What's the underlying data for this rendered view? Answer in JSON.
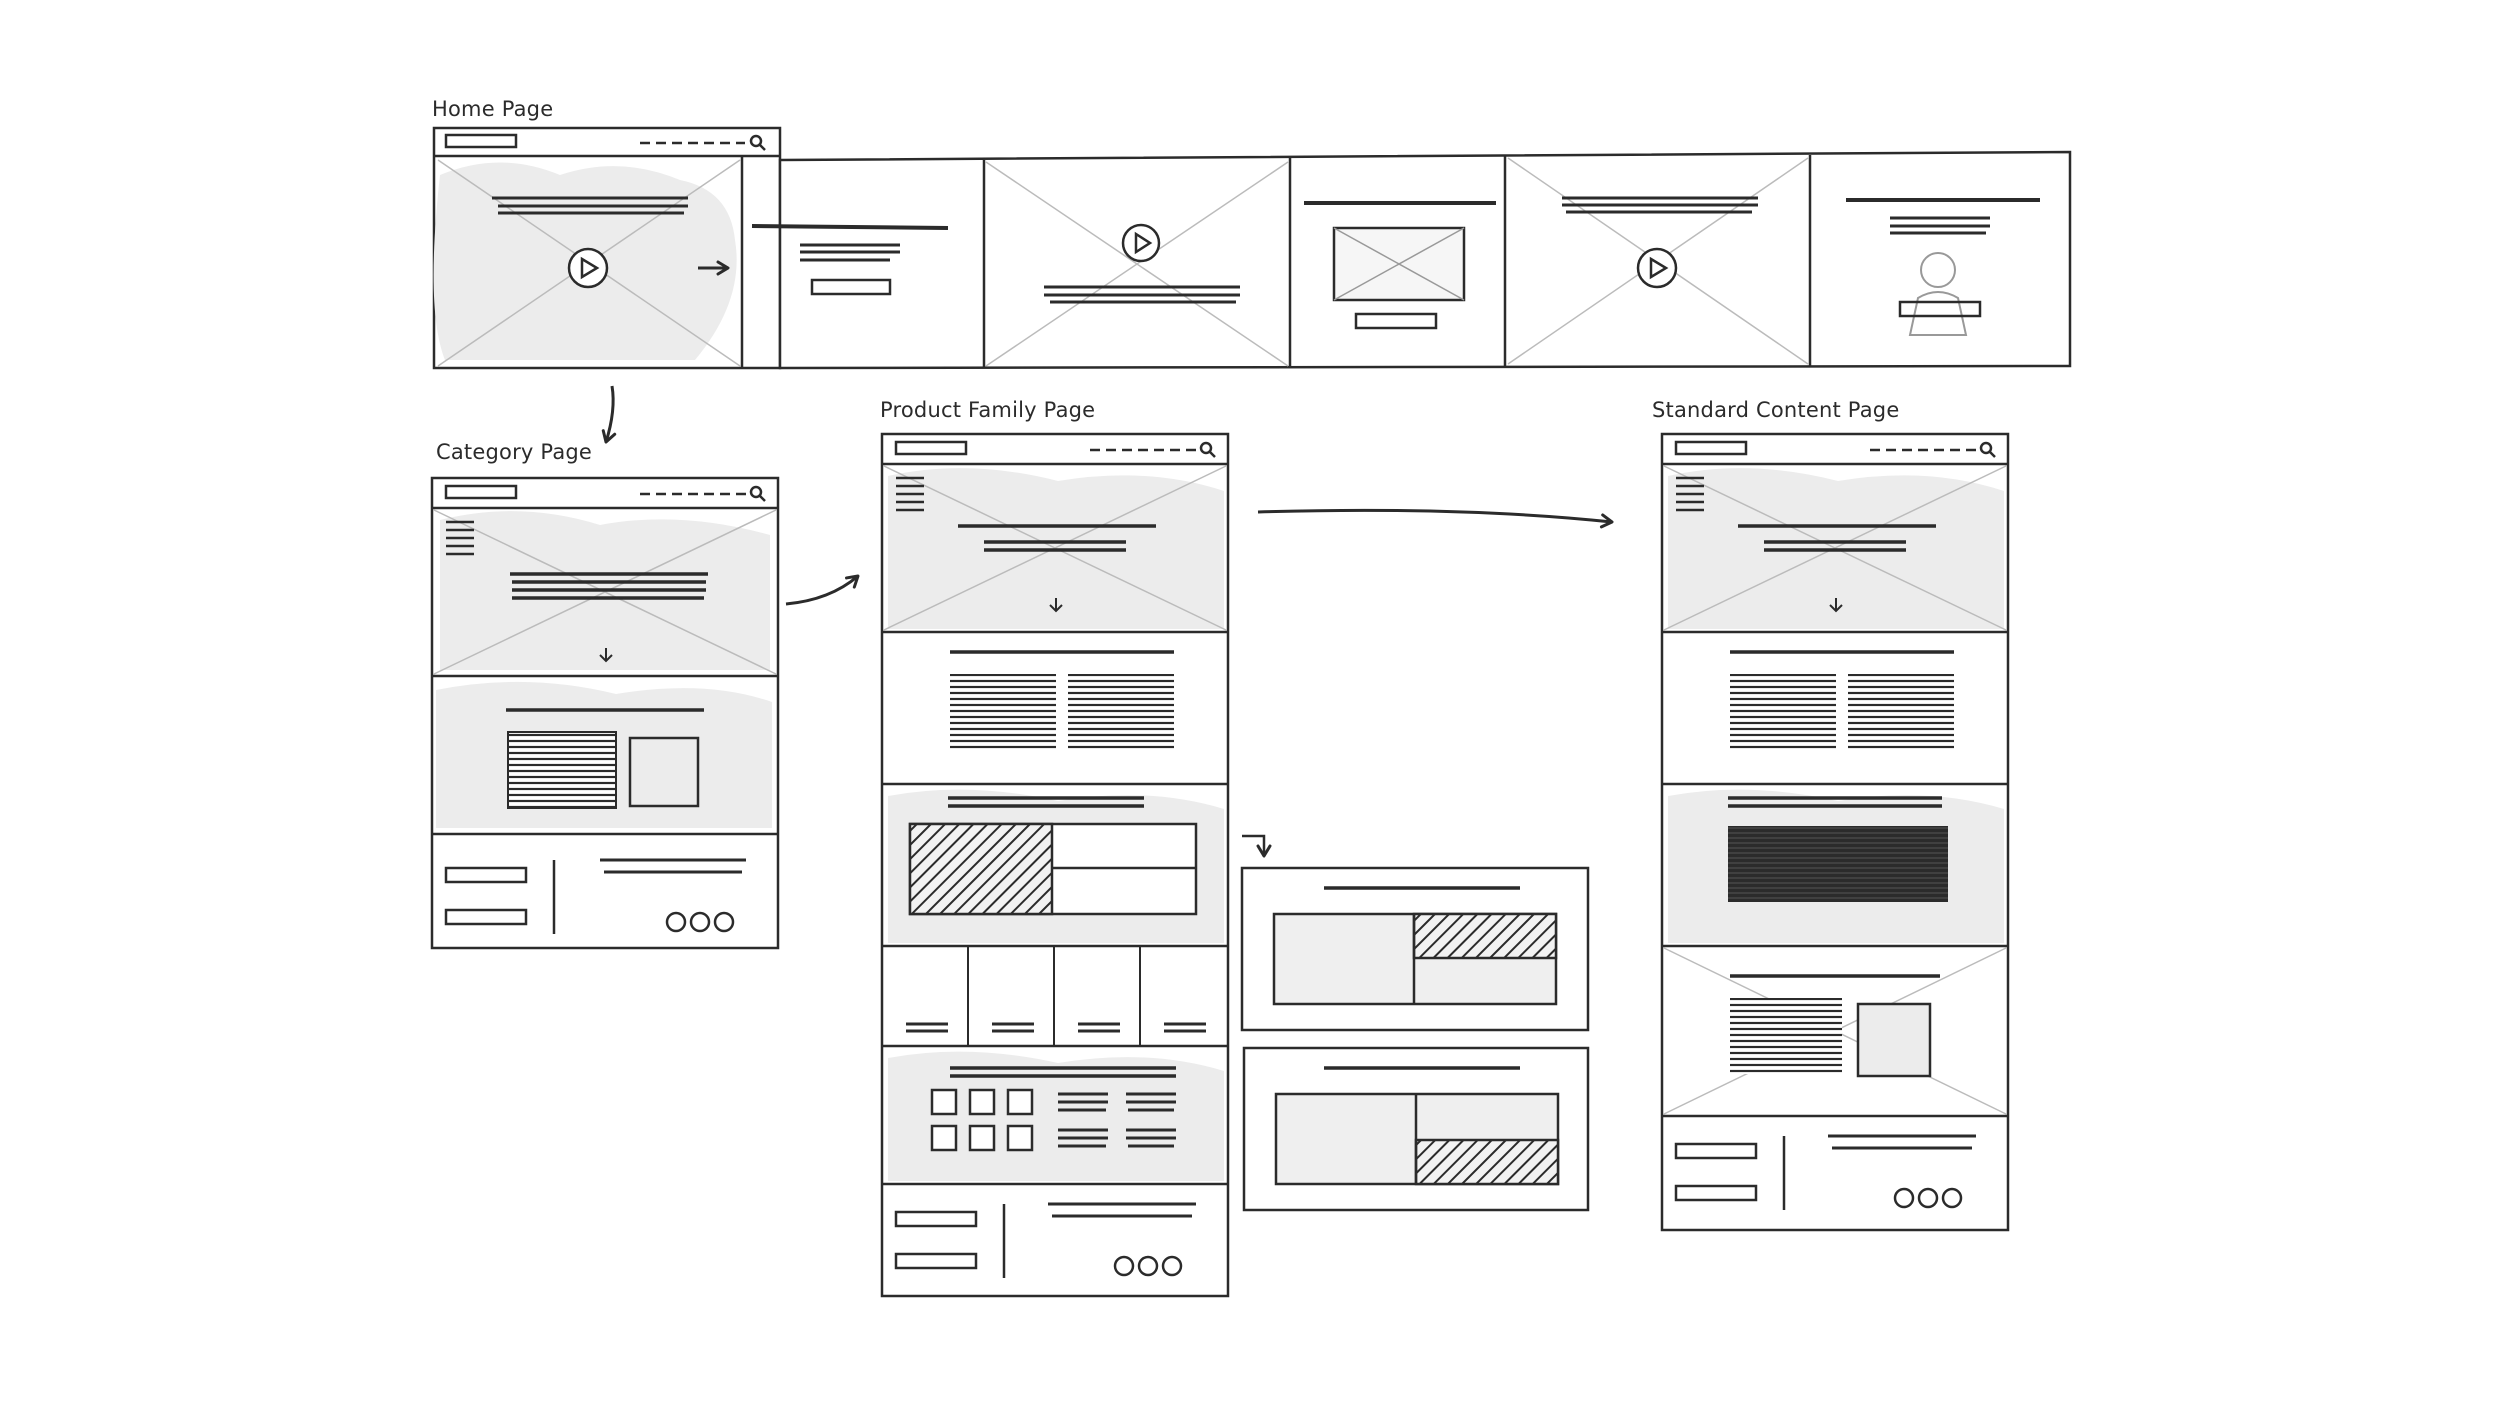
{
  "diagram": {
    "type": "wireframe-sitemap",
    "ink_color": "#2b2b2b",
    "fill_color": "#ececec",
    "dark_fill_color": "#1e1e1e",
    "pages": {
      "home": {
        "title": "Home Page"
      },
      "category": {
        "title": "Category Page"
      },
      "product_family": {
        "title": "Product Family Page"
      },
      "standard_content": {
        "title": "Standard Content Page"
      }
    },
    "flows": [
      {
        "from": "home",
        "to": "category"
      },
      {
        "from": "category",
        "to": "product_family"
      },
      {
        "from": "product_family",
        "to": "standard_content"
      },
      {
        "from": "product_family",
        "to": "product_family_variants"
      },
      {
        "from": "home",
        "to": "home_carousel"
      }
    ]
  }
}
